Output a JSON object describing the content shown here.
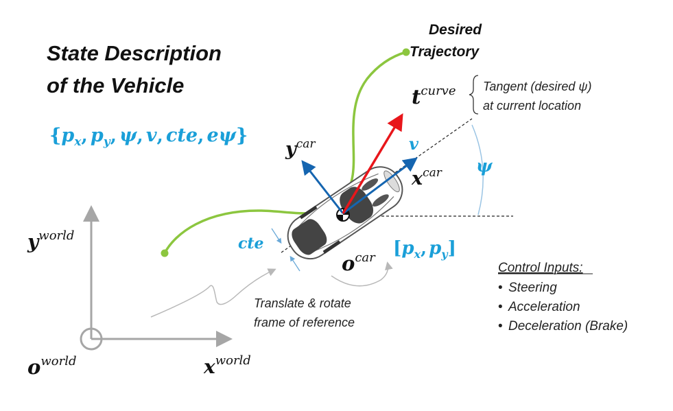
{
  "title": {
    "line1": "State Description",
    "line2": "of the Vehicle"
  },
  "state_vector": {
    "open": "{",
    "p": "p",
    "x_sub": "x",
    "comma1": ",",
    "p2": "p",
    "y_sub": "y",
    "comma2": ",",
    "psi": "ψ",
    "comma3": ",",
    "v": "v",
    "comma4": ",",
    "cte": "cte",
    "comma5": ",",
    "epsi": "eψ",
    "close": "}"
  },
  "desired_trajectory": {
    "line1": "Desired",
    "line2": "Trajectory"
  },
  "tangent": {
    "t": "t",
    "sup": "curve",
    "note_line1": "Tangent (desired ψ)",
    "note_line2": "at current location"
  },
  "labels": {
    "v": "v",
    "psi": "ψ",
    "cte": "cte",
    "y_car": "y",
    "y_car_sup": "car",
    "x_car": "x",
    "x_car_sup": "car",
    "o_car": "o",
    "o_car_sup": "car",
    "pos_open": "[",
    "pos_p1": "p",
    "pos_x": "x",
    "pos_comma": ",",
    "pos_p2": "p",
    "pos_y": "y",
    "pos_close": "]",
    "y_world": "y",
    "y_world_sup": "world",
    "x_world": "x",
    "x_world_sup": "world",
    "o_world": "o",
    "o_world_sup": "world"
  },
  "translate_note": {
    "line1": "Translate & rotate",
    "line2": "frame of reference"
  },
  "control_inputs": {
    "heading": "Control Inputs:",
    "items": [
      "Steering",
      "Acceleration",
      "Deceleration (Brake)"
    ],
    "bullet": "•"
  },
  "colors": {
    "accent_blue": "#1a9fd8",
    "axis_blue": "#1565b0",
    "tangent_red": "#e8161b",
    "trajectory_green": "#8cc63f",
    "world_gray": "#a6a6a6",
    "text_dark": "#111111"
  }
}
